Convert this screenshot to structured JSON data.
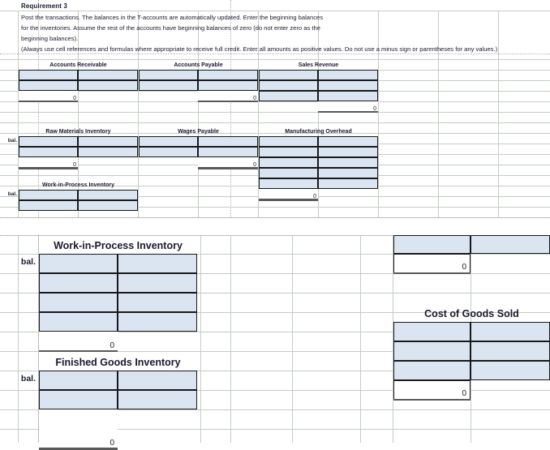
{
  "header": {
    "requirement_title": "Requirement 3",
    "instructions": [
      "Post the transactions. The balances in the T-accounts are automatically updated. Enter the beginning balances",
      "for the inventories. Assume the rest of the accounts have beginning balances of zero (do not enter zero as the",
      "beginning balances).",
      "(Always use cell references and formulas where appropriate to receive full credit. Enter all amounts as positive values. Do not use a minus sign or parentheses for any values.)"
    ]
  },
  "labels": {
    "balance_label": "bal.",
    "zero_value": "0"
  },
  "colors": {
    "input_cell_fill": "#dbe5f1",
    "cell_border": "#18181c",
    "gridline": "#c3cdc3",
    "pagebreak": "#b9a7bd",
    "text": "#1a1a2e",
    "rule": "#595959"
  },
  "accounts": [
    {
      "id": "accounts-receivable",
      "name": "Accounts Receivable",
      "size": "small",
      "rows": 2,
      "has_bal_label": false,
      "total_side": "debit",
      "total_value": "0"
    },
    {
      "id": "accounts-payable",
      "name": "Accounts Payable",
      "size": "small",
      "rows": 2,
      "has_bal_label": false,
      "total_side": "credit",
      "total_value": "0"
    },
    {
      "id": "sales-revenue",
      "name": "Sales Revenue",
      "size": "small",
      "rows": 3,
      "has_bal_label": false,
      "total_side": "credit",
      "total_value": "0"
    },
    {
      "id": "raw-materials-inventory",
      "name": "Raw Materials Inventory",
      "size": "small",
      "rows": 2,
      "has_bal_label": true,
      "total_side": "debit",
      "total_value": "0"
    },
    {
      "id": "wages-payable",
      "name": "Wages Payable",
      "size": "small",
      "rows": 2,
      "has_bal_label": false,
      "total_side": "credit",
      "total_value": "0"
    },
    {
      "id": "manufacturing-overhead",
      "name": "Manufacturing Overhead",
      "size": "small",
      "rows": 5,
      "has_bal_label": false,
      "total_side": "debit",
      "total_value": "0"
    },
    {
      "id": "work-in-process-inventory-small",
      "name": "Work-in-Process Inventory",
      "size": "small",
      "rows": 2,
      "has_bal_label": true,
      "total_side": "none",
      "total_value": ""
    },
    {
      "id": "work-in-process-inventory-large",
      "name": "Work-in-Process Inventory",
      "size": "large",
      "rows": 4,
      "has_bal_label": true,
      "total_side": "debit",
      "total_value": "0"
    },
    {
      "id": "finished-goods-inventory",
      "name": "Finished Goods Inventory",
      "size": "large",
      "rows": 2,
      "has_bal_label": true,
      "total_side": "debit",
      "total_value": "0"
    },
    {
      "id": "untitled-account-top-right",
      "name": "",
      "size": "large",
      "rows": 1,
      "has_bal_label": false,
      "total_side": "debit",
      "total_value": "0"
    },
    {
      "id": "cost-of-goods-sold",
      "name": "Cost of Goods Sold",
      "size": "large",
      "rows": 3,
      "has_bal_label": false,
      "total_side": "debit",
      "total_value": "0"
    }
  ]
}
